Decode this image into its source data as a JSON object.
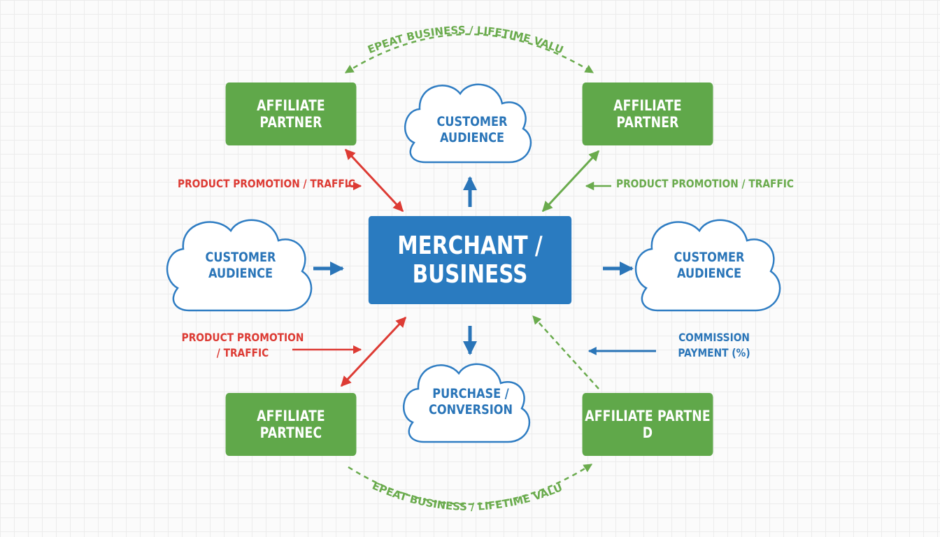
{
  "merchant": {
    "label": "MERCHANT / BUSINESS"
  },
  "partners": {
    "top_left": "AFFILIATE PARTNER",
    "top_right": "AFFILIATE PARTNER",
    "bottom_left": "AFFILIATE PARTNEC",
    "bottom_right": "AFFILIATE PARTNE D"
  },
  "clouds": {
    "top": [
      "CUSTOMER",
      "AUDIENCE"
    ],
    "left": [
      "CUSTOMER",
      "AUDIENCE"
    ],
    "right": [
      "CUSTOMER",
      "AUDIENCE"
    ],
    "bottom": [
      "PURCHASE /",
      "CONVERSION"
    ]
  },
  "labels": {
    "promo_top_left": "PRODUCT PROMOTION / TRAFFIC",
    "promo_top_right": "PRODUCT PROMOTION / TRAFFIC",
    "promo_bottom_left": [
      "PRODUCT PROMOTION",
      "/ TRAFFIC"
    ],
    "commission": [
      "COMMISSION",
      "PAYMENT (%)"
    ],
    "repeat_top": "REPEAT BUSINESS / LIFETIME VALUE",
    "repeat_bottom": "REPEAT BUSINESS / LIFETIME VALUE"
  },
  "colors": {
    "partner_green": "#60a84a",
    "merchant_blue": "#2a7bc0",
    "arrow_red": "#dd3b34",
    "arrow_green": "#6aab4d",
    "arrow_blue": "#2a75b8"
  }
}
